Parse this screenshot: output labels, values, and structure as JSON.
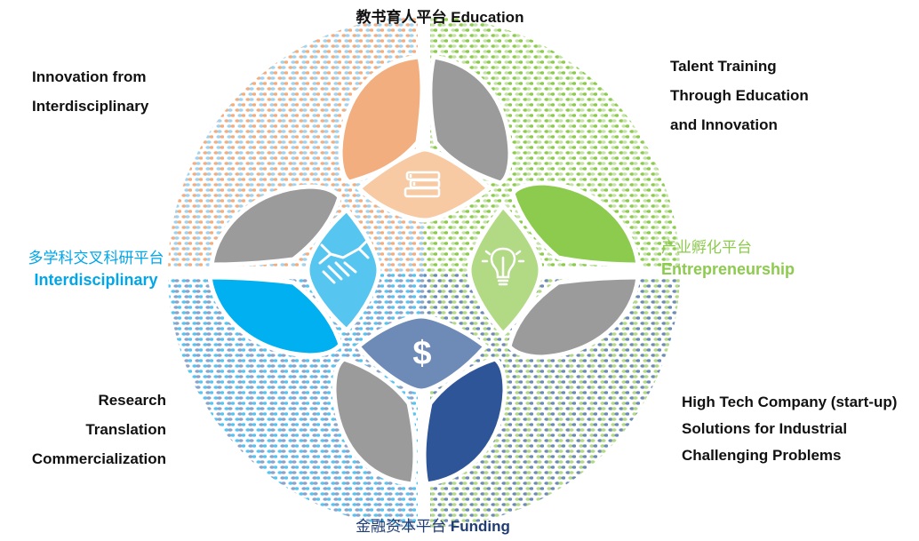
{
  "platforms": {
    "education": {
      "cn": "教书育人平台",
      "en": "Education"
    },
    "entrepreneurship": {
      "cn": "产业孵化平台",
      "en": "Entrepreneurship"
    },
    "funding": {
      "cn": "金融资本平台",
      "en": "Funding"
    },
    "interdisciplinary": {
      "cn": "多学科交叉科研平台",
      "en": "Interdisciplinary"
    }
  },
  "notes": {
    "top_left": [
      "Innovation from",
      "Interdisciplinary"
    ],
    "top_right": [
      "Talent Training",
      "Through Education",
      "and Innovation"
    ],
    "bottom_left": [
      "Research",
      "Translation",
      "Commercialization"
    ],
    "bottom_right": [
      "High Tech Company (start-up)",
      "Solutions for Industrial",
      "Challenging Problems"
    ]
  },
  "icons": {
    "education": "books-icon",
    "interdisciplinary": "handshake-icon",
    "entrepreneurship": "lightbulb-icon",
    "funding": "dollar-icon"
  },
  "colors": {
    "education": "#F2AE7E",
    "education_light": "#F7CAA4",
    "entrepreneurship": "#8DCB4E",
    "entrepreneurship_light": "#B2DA84",
    "funding": "#2E5597",
    "funding_light": "#6E8BB8",
    "interdisciplinary": "#00B0F0",
    "interdisciplinary_light": "#56C5F0",
    "gray": "#A0A0A0"
  }
}
